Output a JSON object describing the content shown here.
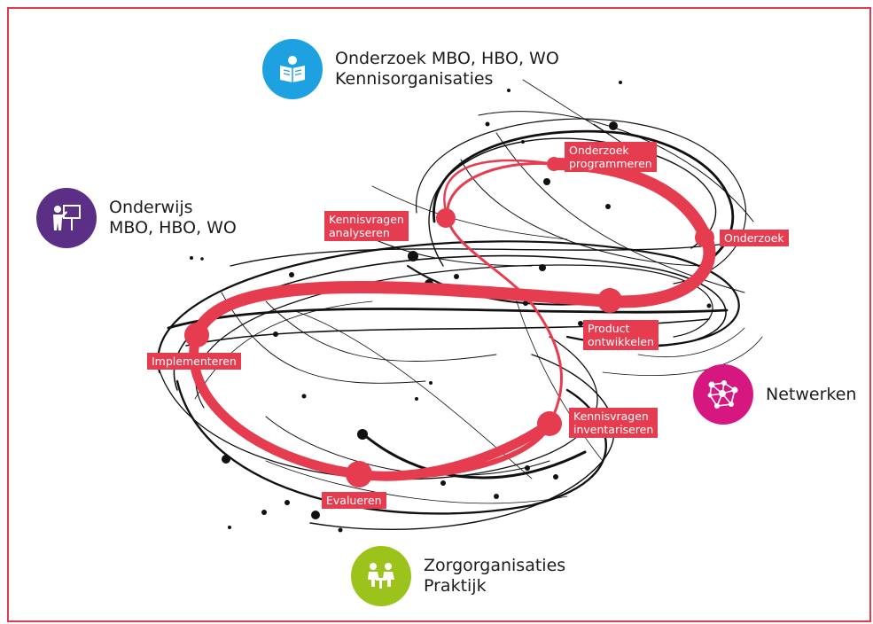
{
  "colors": {
    "accent": "#e63c4f",
    "lines": "#111111",
    "onderzoek": "#1da1e0",
    "onderwijs": "#5b2f86",
    "netwerken": "#d6177f",
    "zorg": "#9cc31b"
  },
  "actors": {
    "onderzoek": {
      "line1": "Onderzoek MBO, HBO, WO",
      "line2": "Kennisorganisaties",
      "icon": "book-reader-icon"
    },
    "onderwijs": {
      "line1": "Onderwijs",
      "line2": "MBO, HBO, WO",
      "icon": "teacher-icon"
    },
    "netwerken": {
      "line1": "Netwerken",
      "icon": "network-icon"
    },
    "zorg": {
      "line1": "Zorgorganisaties",
      "line2": "Praktijk",
      "icon": "care-meeting-icon"
    }
  },
  "steps": {
    "onderzoek_programmeren": {
      "line1": "Onderzoek",
      "line2": "programmeren"
    },
    "kennisvragen_analyseren": {
      "line1": "Kennisvragen",
      "line2": "analyseren"
    },
    "onderzoek": {
      "line1": "Onderzoek"
    },
    "product_ontwikkelen": {
      "line1": "Product",
      "line2": "ontwikkelen"
    },
    "implementeren": {
      "line1": "Implementeren"
    },
    "kennisvragen_inventariseren": {
      "line1": "Kennisvragen",
      "line2": "inventariseren"
    },
    "evalueren": {
      "line1": "Evalueren"
    }
  }
}
